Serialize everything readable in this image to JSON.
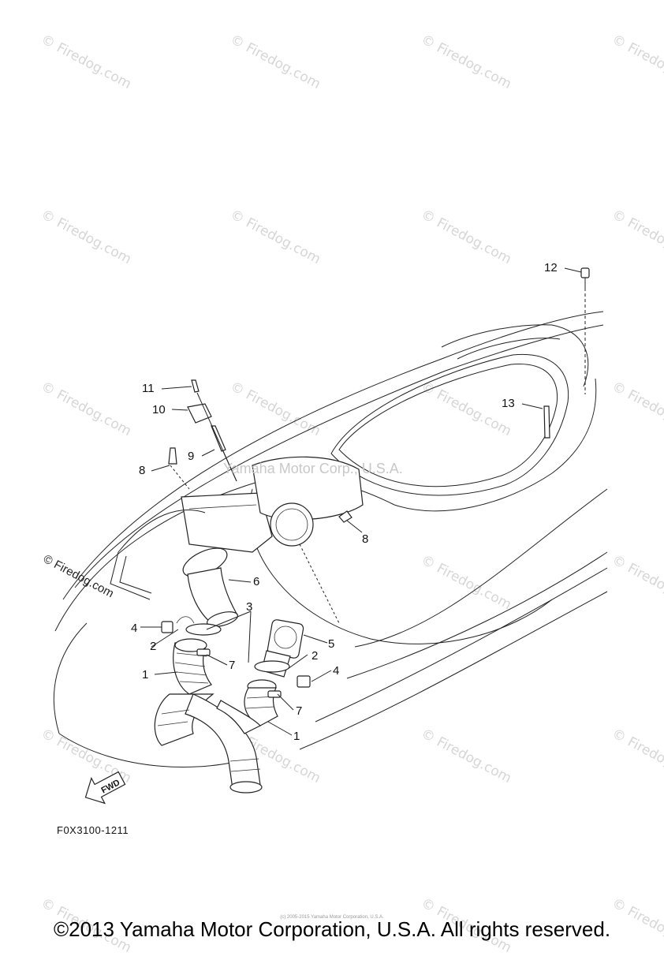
{
  "watermark": "© Firedog.com",
  "center_watermark": "Yamaha Motor Corp., U.S.A.",
  "diagram_code": "F0X3100-1211",
  "fwd_label": "FWD",
  "copyright": "©2013 Yamaha Motor Corporation, U.S.A. All rights reserved.",
  "copyright_small": "(c) 2005-2015 Yamaha Motor Corporation, U.S.A.",
  "callouts": {
    "c1a": "1",
    "c1b": "1",
    "c2a": "2",
    "c2b": "2",
    "c3": "3",
    "c4a": "4",
    "c4b": "4",
    "c5": "5",
    "c6": "6",
    "c7a": "7",
    "c7b": "7",
    "c8a": "8",
    "c8b": "8",
    "c9": "9",
    "c10": "10",
    "c11": "11",
    "c12": "12",
    "c13": "13"
  }
}
